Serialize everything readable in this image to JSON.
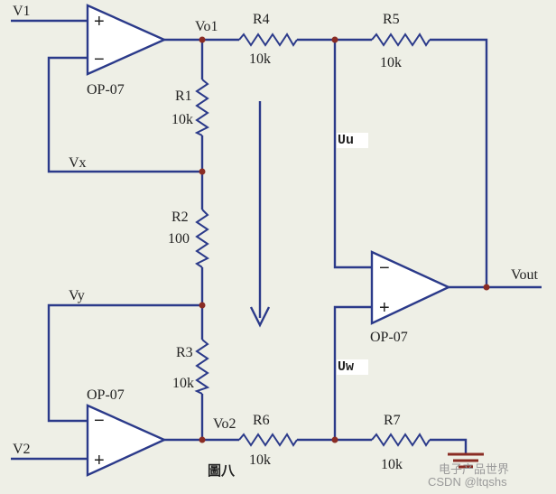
{
  "labels": {
    "v1": "V1",
    "v2": "V2",
    "vo1": "Vo1",
    "vo2": "Vo2",
    "vx": "Vx",
    "vy": "Vy",
    "vout": "Vout",
    "uu": "Uu",
    "uw": "Uw",
    "caption": "圖八",
    "watermark": "CSDN @ltqshs",
    "watermark_overlay": "电子产品世界"
  },
  "op_amps": [
    {
      "id": "U1",
      "model": "OP-07",
      "in_top": "+",
      "in_bottom": "−"
    },
    {
      "id": "U2",
      "model": "OP-07",
      "in_top": "−",
      "in_bottom": "+"
    },
    {
      "id": "U3",
      "model": "OP-07",
      "in_top": "−",
      "in_bottom": "+"
    }
  ],
  "resistors": [
    {
      "name": "R1",
      "value": "10k"
    },
    {
      "name": "R2",
      "value": "100"
    },
    {
      "name": "R3",
      "value": "10k"
    },
    {
      "name": "R4",
      "value": "10k"
    },
    {
      "name": "R5",
      "value": "10k"
    },
    {
      "name": "R6",
      "value": "10k"
    },
    {
      "name": "R7",
      "value": "10k"
    }
  ],
  "colors": {
    "wire": "#2b3a8a",
    "node": "#8a2c24",
    "background": "#eeefe6",
    "ground": "#8a2c24"
  }
}
